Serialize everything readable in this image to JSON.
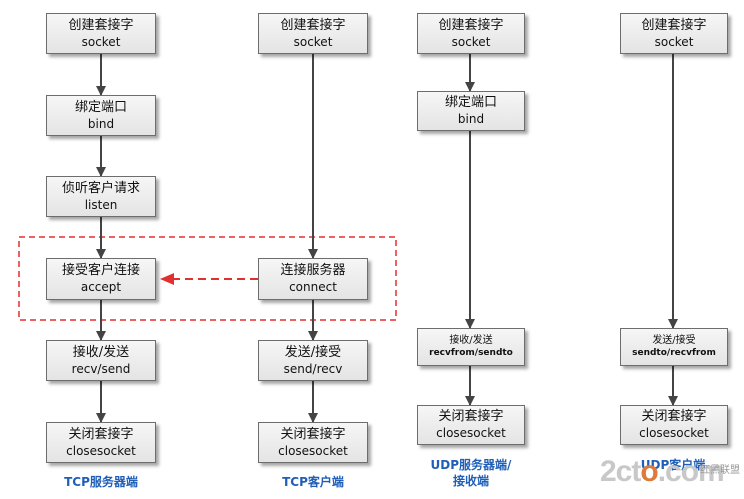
{
  "tcp_server": {
    "create": {
      "cn": "创建套接字",
      "en": "socket"
    },
    "bind": {
      "cn": "绑定端口",
      "en": "bind"
    },
    "listen": {
      "cn": "侦听客户请求",
      "en": "listen"
    },
    "accept": {
      "cn": "接受客户连接",
      "en": "accept"
    },
    "io": {
      "cn": "接收/发送",
      "en": "recv/send"
    },
    "close": {
      "cn": "关闭套接字",
      "en": "closesocket"
    },
    "label": "TCP服务器端"
  },
  "tcp_client": {
    "create": {
      "cn": "创建套接字",
      "en": "socket"
    },
    "connect": {
      "cn": "连接服务器",
      "en": "connect"
    },
    "io": {
      "cn": "发送/接受",
      "en": "send/recv"
    },
    "close": {
      "cn": "关闭套接字",
      "en": "closesocket"
    },
    "label": "TCP客户端"
  },
  "udp_server": {
    "create": {
      "cn": "创建套接字",
      "en": "socket"
    },
    "bind": {
      "cn": "绑定端口",
      "en": "bind"
    },
    "io": {
      "cn": "接收/发送",
      "en": "recvfrom/sendto"
    },
    "close": {
      "cn": "关闭套接字",
      "en": "closesocket"
    },
    "label_line1": "UDP服务器端/",
    "label_line2": "接收端"
  },
  "udp_client": {
    "create": {
      "cn": "创建套接字",
      "en": "socket"
    },
    "io": {
      "cn": "发送/接受",
      "en": "sendto/recvfrom"
    },
    "close": {
      "cn": "关闭套接字",
      "en": "closesocket"
    },
    "label": "UDP客户端"
  },
  "watermark": {
    "main_prefix": "2ct",
    "main_o": "o",
    "main_suffix": ".com",
    "sub": "红黑联盟"
  },
  "colors": {
    "box_border": "#6d6d6d",
    "arrow": "#444444",
    "dashed": "#e03030",
    "label": "#1f5fb8"
  }
}
